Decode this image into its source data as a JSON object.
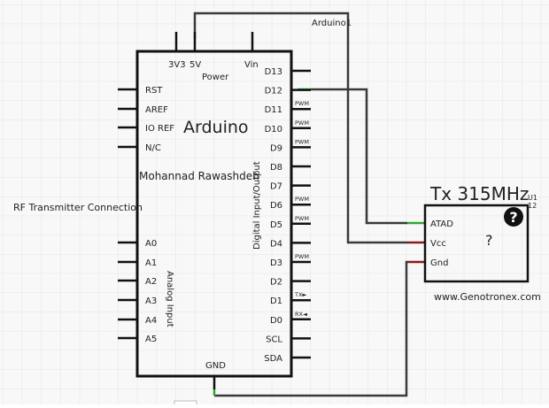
{
  "caption": "RF Transmitter Connection",
  "arduino": {
    "ref": "Arduino1",
    "name": "Arduino",
    "author": "Mohannad Rawashdeh",
    "power_label": "Power",
    "digital_label": "Digital Input/Output",
    "analog_label": "Analog Input",
    "top_pins": [
      "3V3",
      "5V",
      "Vin"
    ],
    "left_pins": [
      "RST",
      "AREF",
      "IO REF",
      "N/C",
      "A0",
      "A1",
      "A2",
      "A3",
      "A4",
      "A5"
    ],
    "right_pins": [
      "D13",
      "D12",
      "D11",
      "D10",
      "D9",
      "D8",
      "D7",
      "D6",
      "D5",
      "D4",
      "D3",
      "D2",
      "D1",
      "D0",
      "SCL",
      "SDA"
    ],
    "pin_tags": {
      "D11": "PWM",
      "D10": "PWM",
      "D9": "PWM",
      "D6": "PWM",
      "D5": "PWM",
      "D3": "PWM",
      "D1": "TX►",
      "D0": "RX◄"
    },
    "bottom_pin": "GND"
  },
  "transmitter": {
    "title": "Tx 315MHz",
    "ref": "U1",
    "ref2": "12",
    "pins": [
      "ATAD",
      "Vcc",
      "Gnd"
    ],
    "center_mark": "?",
    "icon": "question-circle-icon",
    "url": "www.Genotronex.com"
  },
  "colors": {
    "wire": "#3a3a3a",
    "grid": "#e3e3e3",
    "connected_green": "#2fa82f",
    "connected_red": "#8b1a1a"
  }
}
